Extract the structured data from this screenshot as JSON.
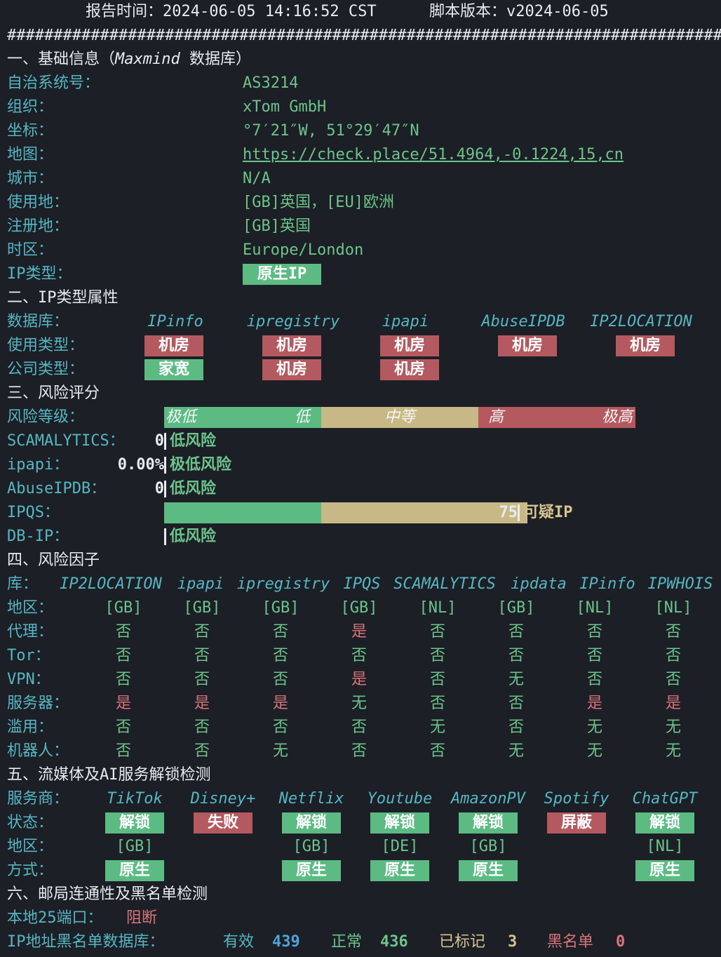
{
  "header": {
    "report_time": "报告时间：2024-06-05 14:16:52 CST",
    "script_version": "脚本版本：v2024-06-05",
    "separator": "#################################################################################################"
  },
  "basic": {
    "title": "一、基础信息（",
    "title_db": "Maxmind",
    "title_tail": " 数据库）",
    "rows": [
      {
        "label": "自治系统号：",
        "value": "AS3214"
      },
      {
        "label": "组织：",
        "value": "xTom GmbH"
      },
      {
        "label": "坐标：",
        "value": "°7′21″W, 51°29′47″N"
      },
      {
        "label": "地图：",
        "value": "https://check.place/51.4964,-0.1224,15,cn"
      },
      {
        "label": "城市：",
        "value": "N/A"
      },
      {
        "label": "使用地：",
        "value": "[GB]英国，[EU]欧洲"
      },
      {
        "label": "注册地：",
        "value": "[GB]英国"
      },
      {
        "label": "时区：",
        "value": "Europe/London"
      }
    ],
    "ip_type_label": "IP类型：",
    "ip_type_value": "原生IP"
  },
  "ip_type": {
    "title": "二、IP类型属性",
    "db_label": "数据库：",
    "dbs": [
      "IPinfo",
      "ipregistry",
      "ipapi",
      "AbuseIPDB",
      "IP2LOCATION"
    ],
    "usage_label": "使用类型：",
    "usage": [
      {
        "text": "机房",
        "color": "#b4595f"
      },
      {
        "text": "机房",
        "color": "#b4595f"
      },
      {
        "text": "机房",
        "color": "#b4595f"
      },
      {
        "text": "机房",
        "color": "#b4595f"
      },
      {
        "text": "机房",
        "color": "#b4595f"
      }
    ],
    "company_label": "公司类型：",
    "company": [
      {
        "text": "家宽",
        "color": "#5cbb83"
      },
      {
        "text": "机房",
        "color": "#b4595f"
      },
      {
        "text": "机房",
        "color": "#b4595f"
      }
    ]
  },
  "risk": {
    "title": "三、风险评分",
    "level_label": "风险等级：",
    "scale": [
      "极低",
      "低",
      "中等",
      "高",
      "极高"
    ],
    "scale_colors": {
      "low": "#5cbb83",
      "mid": "#c8b886",
      "high": "#b4595f"
    },
    "scores": [
      {
        "label": "SCAMALYTICS：",
        "value": "0",
        "verdict": "低风险",
        "level": 0
      },
      {
        "label": "ipapi：",
        "value": "0.00%",
        "verdict": "极低风险",
        "level": 0
      },
      {
        "label": "AbuseIPDB：",
        "value": "0",
        "verdict": "低风险",
        "level": 0
      },
      {
        "label": "IPQS：",
        "value": "75",
        "verdict": "可疑IP",
        "level": 75
      },
      {
        "label": "DB-IP：",
        "value": "",
        "verdict": "低风险",
        "level": 0
      }
    ]
  },
  "factors": {
    "title": "四、风险因子",
    "lib_label": "库：",
    "libs": [
      "IP2LOCATION",
      "ipapi",
      "ipregistry",
      "IPQS",
      "SCAMALYTICS",
      "ipdata",
      "IPinfo",
      "IPWHOIS"
    ],
    "rows": [
      {
        "label": "地区：",
        "values": [
          "[GB]",
          "[GB]",
          "[GB]",
          "[GB]",
          "[NL]",
          "[GB]",
          "[NL]",
          "[NL]"
        ]
      },
      {
        "label": "代理：",
        "values": [
          "否",
          "否",
          "否",
          "是",
          "否",
          "否",
          "否",
          "否"
        ]
      },
      {
        "label": "Tor：",
        "values": [
          "否",
          "否",
          "否",
          "否",
          "否",
          "否",
          "否",
          "否"
        ]
      },
      {
        "label": "VPN：",
        "values": [
          "否",
          "否",
          "否",
          "是",
          "否",
          "无",
          "否",
          "否"
        ]
      },
      {
        "label": "服务器：",
        "values": [
          "是",
          "是",
          "是",
          "无",
          "否",
          "否",
          "是",
          "是"
        ]
      },
      {
        "label": "滥用：",
        "values": [
          "否",
          "否",
          "否",
          "否",
          "无",
          "否",
          "无",
          "无"
        ]
      },
      {
        "label": "机器人：",
        "values": [
          "否",
          "否",
          "无",
          "否",
          "否",
          "无",
          "无",
          "无"
        ]
      }
    ]
  },
  "unlock": {
    "title": "五、流媒体及AI服务解锁检测",
    "provider_label": "服务商：",
    "providers": [
      "TikTok",
      "Disney+",
      "Netflix",
      "Youtube",
      "AmazonPV",
      "Spotify",
      "ChatGPT"
    ],
    "status_label": "状态：",
    "status": [
      {
        "text": "解锁",
        "color": "#5cbb83"
      },
      {
        "text": "失败",
        "color": "#b4595f"
      },
      {
        "text": "解锁",
        "color": "#5cbb83"
      },
      {
        "text": "解锁",
        "color": "#5cbb83"
      },
      {
        "text": "解锁",
        "color": "#5cbb83"
      },
      {
        "text": "屏蔽",
        "color": "#b4595f"
      },
      {
        "text": "解锁",
        "color": "#5cbb83"
      }
    ],
    "region_label": "地区：",
    "regions": [
      "[GB]",
      "",
      "[GB]",
      "[DE]",
      "[GB]",
      "",
      "[NL]"
    ],
    "method_label": "方式：",
    "methods": [
      "原生",
      "",
      "原生",
      "原生",
      "原生",
      "",
      "原生"
    ]
  },
  "mail": {
    "title": "六、邮局连通性及黑名单检测",
    "port_label": "本地25端口：",
    "port_value": "阻断",
    "bl_label": "IP地址黑名单数据库：",
    "valid_label": "有效",
    "valid": "439",
    "normal_label": "正常",
    "normal": "436",
    "marked_label": "已标记",
    "marked": "3",
    "black_label": "黑名单",
    "black": "0"
  }
}
